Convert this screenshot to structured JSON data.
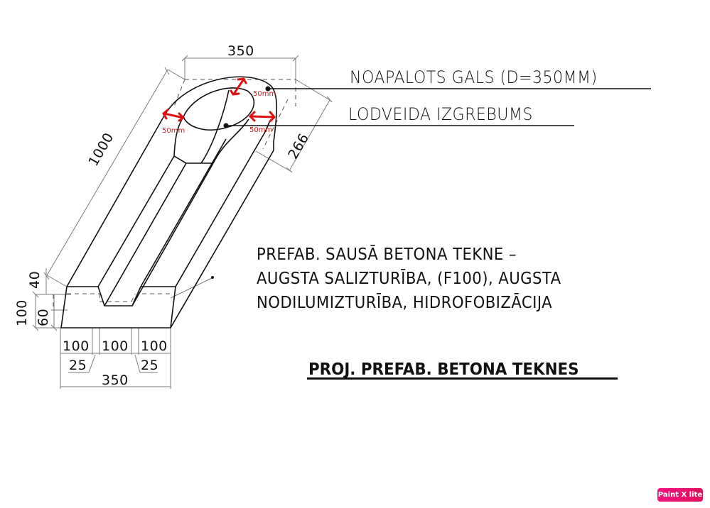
{
  "drawing": {
    "callouts": {
      "end": "NOAPALOTS  GALS  (D=350MM)",
      "spoon": "LODVEIDA  IZGREBUMS"
    },
    "description": {
      "line1": "PREFAB.  SAUSĀ  BETONA  TEKNE  –",
      "line2": "AUGSTA  SALIZTURĪBA,  (F100),  AUGSTA",
      "line3": "NODILUMIZTURĪBA,  HIDROFOBIZĀCIJA"
    },
    "title": "PROJ.  PREFAB.  BETONA  TEKNES",
    "dimensions": {
      "top_width": "350",
      "length": "1000",
      "end_depth": "266",
      "top_height": "40",
      "total_height": "100",
      "base_height": "60",
      "seg1": "100",
      "seg2": "100",
      "seg3": "100",
      "chamfer_left": "25",
      "chamfer_right": "25",
      "bottom_width": "350"
    },
    "annotations": {
      "top": "50mm",
      "left": "50mm",
      "right": "50mm"
    },
    "colors": {
      "line": "#111111",
      "dim_line": "#777777",
      "annotation": "#e01010"
    }
  },
  "watermark": {
    "label": "Paint X lite",
    "color": "#ec1170"
  }
}
